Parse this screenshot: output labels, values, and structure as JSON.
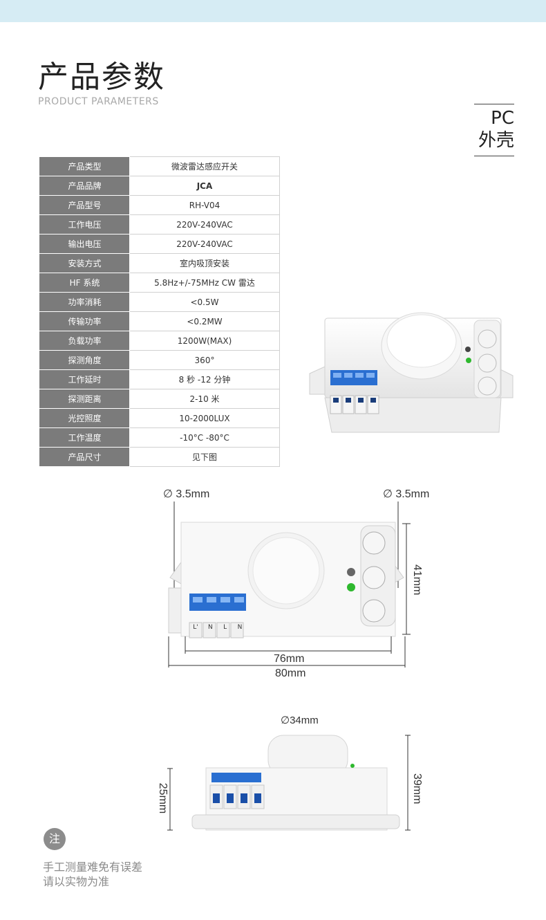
{
  "header": {
    "title": "产品参数",
    "subtitle": "PRODUCT PARAMETERS",
    "material_line1": "PC",
    "material_line2": "外壳"
  },
  "specs": [
    {
      "key": "产品类型",
      "value": "微波雷达感应开关"
    },
    {
      "key": "产品品牌",
      "value": "JCA"
    },
    {
      "key": "产品型号",
      "value": "RH-V04"
    },
    {
      "key": "工作电压",
      "value": "220V-240VAC"
    },
    {
      "key": "输出电压",
      "value": "220V-240VAC"
    },
    {
      "key": "安装方式",
      "value": "室内吸顶安装"
    },
    {
      "key": "HF 系统",
      "value": "5.8Hz+/-75MHz CW 雷达"
    },
    {
      "key": "功率消耗",
      "value": "<0.5W"
    },
    {
      "key": "传输功率",
      "value": "<0.2MW"
    },
    {
      "key": "负载功率",
      "value": "1200W(MAX)"
    },
    {
      "key": "探测角度",
      "value": "360°"
    },
    {
      "key": "工作延时",
      "value": "8 秒 -12 分钟"
    },
    {
      "key": "探测距离",
      "value": "2-10 米"
    },
    {
      "key": "光控照度",
      "value": "10-2000LUX"
    },
    {
      "key": "工作温度",
      "value": "-10°C -80°C"
    },
    {
      "key": "产品尺寸",
      "value": "见下图"
    }
  ],
  "terminal_labels": [
    "L'",
    "N",
    "L",
    "N"
  ],
  "dimensions": {
    "hole_left": "3.5mm",
    "hole_right": "3.5mm",
    "height_top": "41mm",
    "width_inner": "76mm",
    "width_outer": "80mm",
    "dome": "34mm",
    "side_base": "25mm",
    "side_total": "39mm",
    "diameter_symbol": "∅"
  },
  "note": {
    "badge": "注",
    "line1": "手工测量难免有误差",
    "line2": "请以实物为准"
  }
}
